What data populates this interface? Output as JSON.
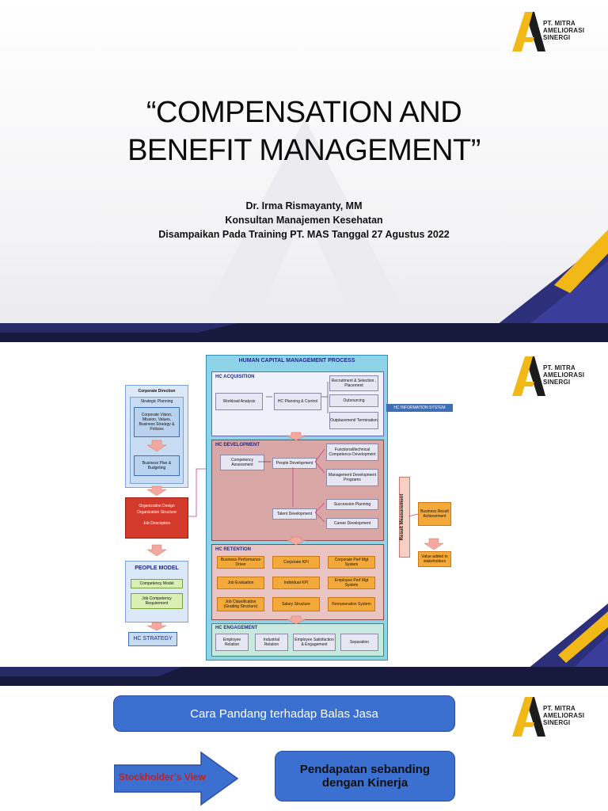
{
  "brand": {
    "line1": "PT. MITRA",
    "line2": "AMELIORASI",
    "line3": "SINERGI"
  },
  "slide1": {
    "title_line1": "“COMPENSATION AND",
    "title_line2": "BENEFIT MANAGEMENT”",
    "author": "Dr. Irma Rismayanty, MM",
    "role": "Konsultan Manajemen Kesehatan",
    "event": "Disampaikan Pada Training PT. MAS Tanggal  27 Agustus 2022"
  },
  "diagram": {
    "main_title": "HUMAN CAPITAL MANAGEMENT PROCESS",
    "corporate_direction": "Corporate Direction",
    "strategic_planning": "Strategic Planning",
    "corp_vision": "Corporate Vision, Mission, Values, Business Strategy & Policies",
    "business_plan": "Business Plan & Budgeting",
    "org_design": "Organization Design",
    "org_structure": "Organization Structure",
    "job_description": "Job Description",
    "people_model": "PEOPLE MODEL",
    "competency_model": "Competency Model",
    "job_competency": "Job Competency Requirement",
    "hc_strategy": "HC STRATEGY",
    "hc_acquisition": "HC ACQUISITION",
    "workload": "Workload Analysis",
    "hc_planning": "HC Planning & Control",
    "recruitment": "Recruitment & Selection , Placement",
    "outsourcing": "Outsourcing",
    "outplacement": "Outplacement/ Termination",
    "hc_info": "HC INFORMATION SYSTEM",
    "hc_development": "HC DEVELOPMENT",
    "competency_assessment": "Competency Assessment",
    "people_development": "People Development",
    "functional_dev": "Functional/technical Competence Development",
    "mgmt_dev": "Management Development Programs",
    "talent_dev": "Talent Development",
    "succession": "Succession Planning",
    "career_dev": "Career Development",
    "result_measurement": "Result Measurement",
    "business_result": "Business Result Achievement",
    "value_added": "Value added to stakeholders",
    "hc_retention": "HC RETENTION",
    "retention_cells": [
      "Business Performance Driver",
      "Corporate KPI",
      "Corporate Perf Mgt System",
      "Job Evaluation",
      "Individual KPI",
      "Employee Perf Mgt System",
      "Job Classification (Grading Structure)",
      "Salary Structure",
      "Remuneration System"
    ],
    "hc_engagement": "HC ENGAGEMENT",
    "employee_relation": "Employee Relation",
    "industrial_relation": "Industrial Relation",
    "employee_satisfaction": "Employee Satisfaction & Engagement",
    "separation": "Separation"
  },
  "slide3": {
    "heading": "Cara Pandang terhadap Balas Jasa",
    "arrow_label": "Stockholder’s View",
    "box_line1": "Pendapatan sebanding",
    "box_line2": "dengan Kinerja"
  },
  "colors": {
    "navy": "#17193d",
    "gold": "#f2b817",
    "blue": "#3b6fd0",
    "red_text": "#c81e1e"
  }
}
